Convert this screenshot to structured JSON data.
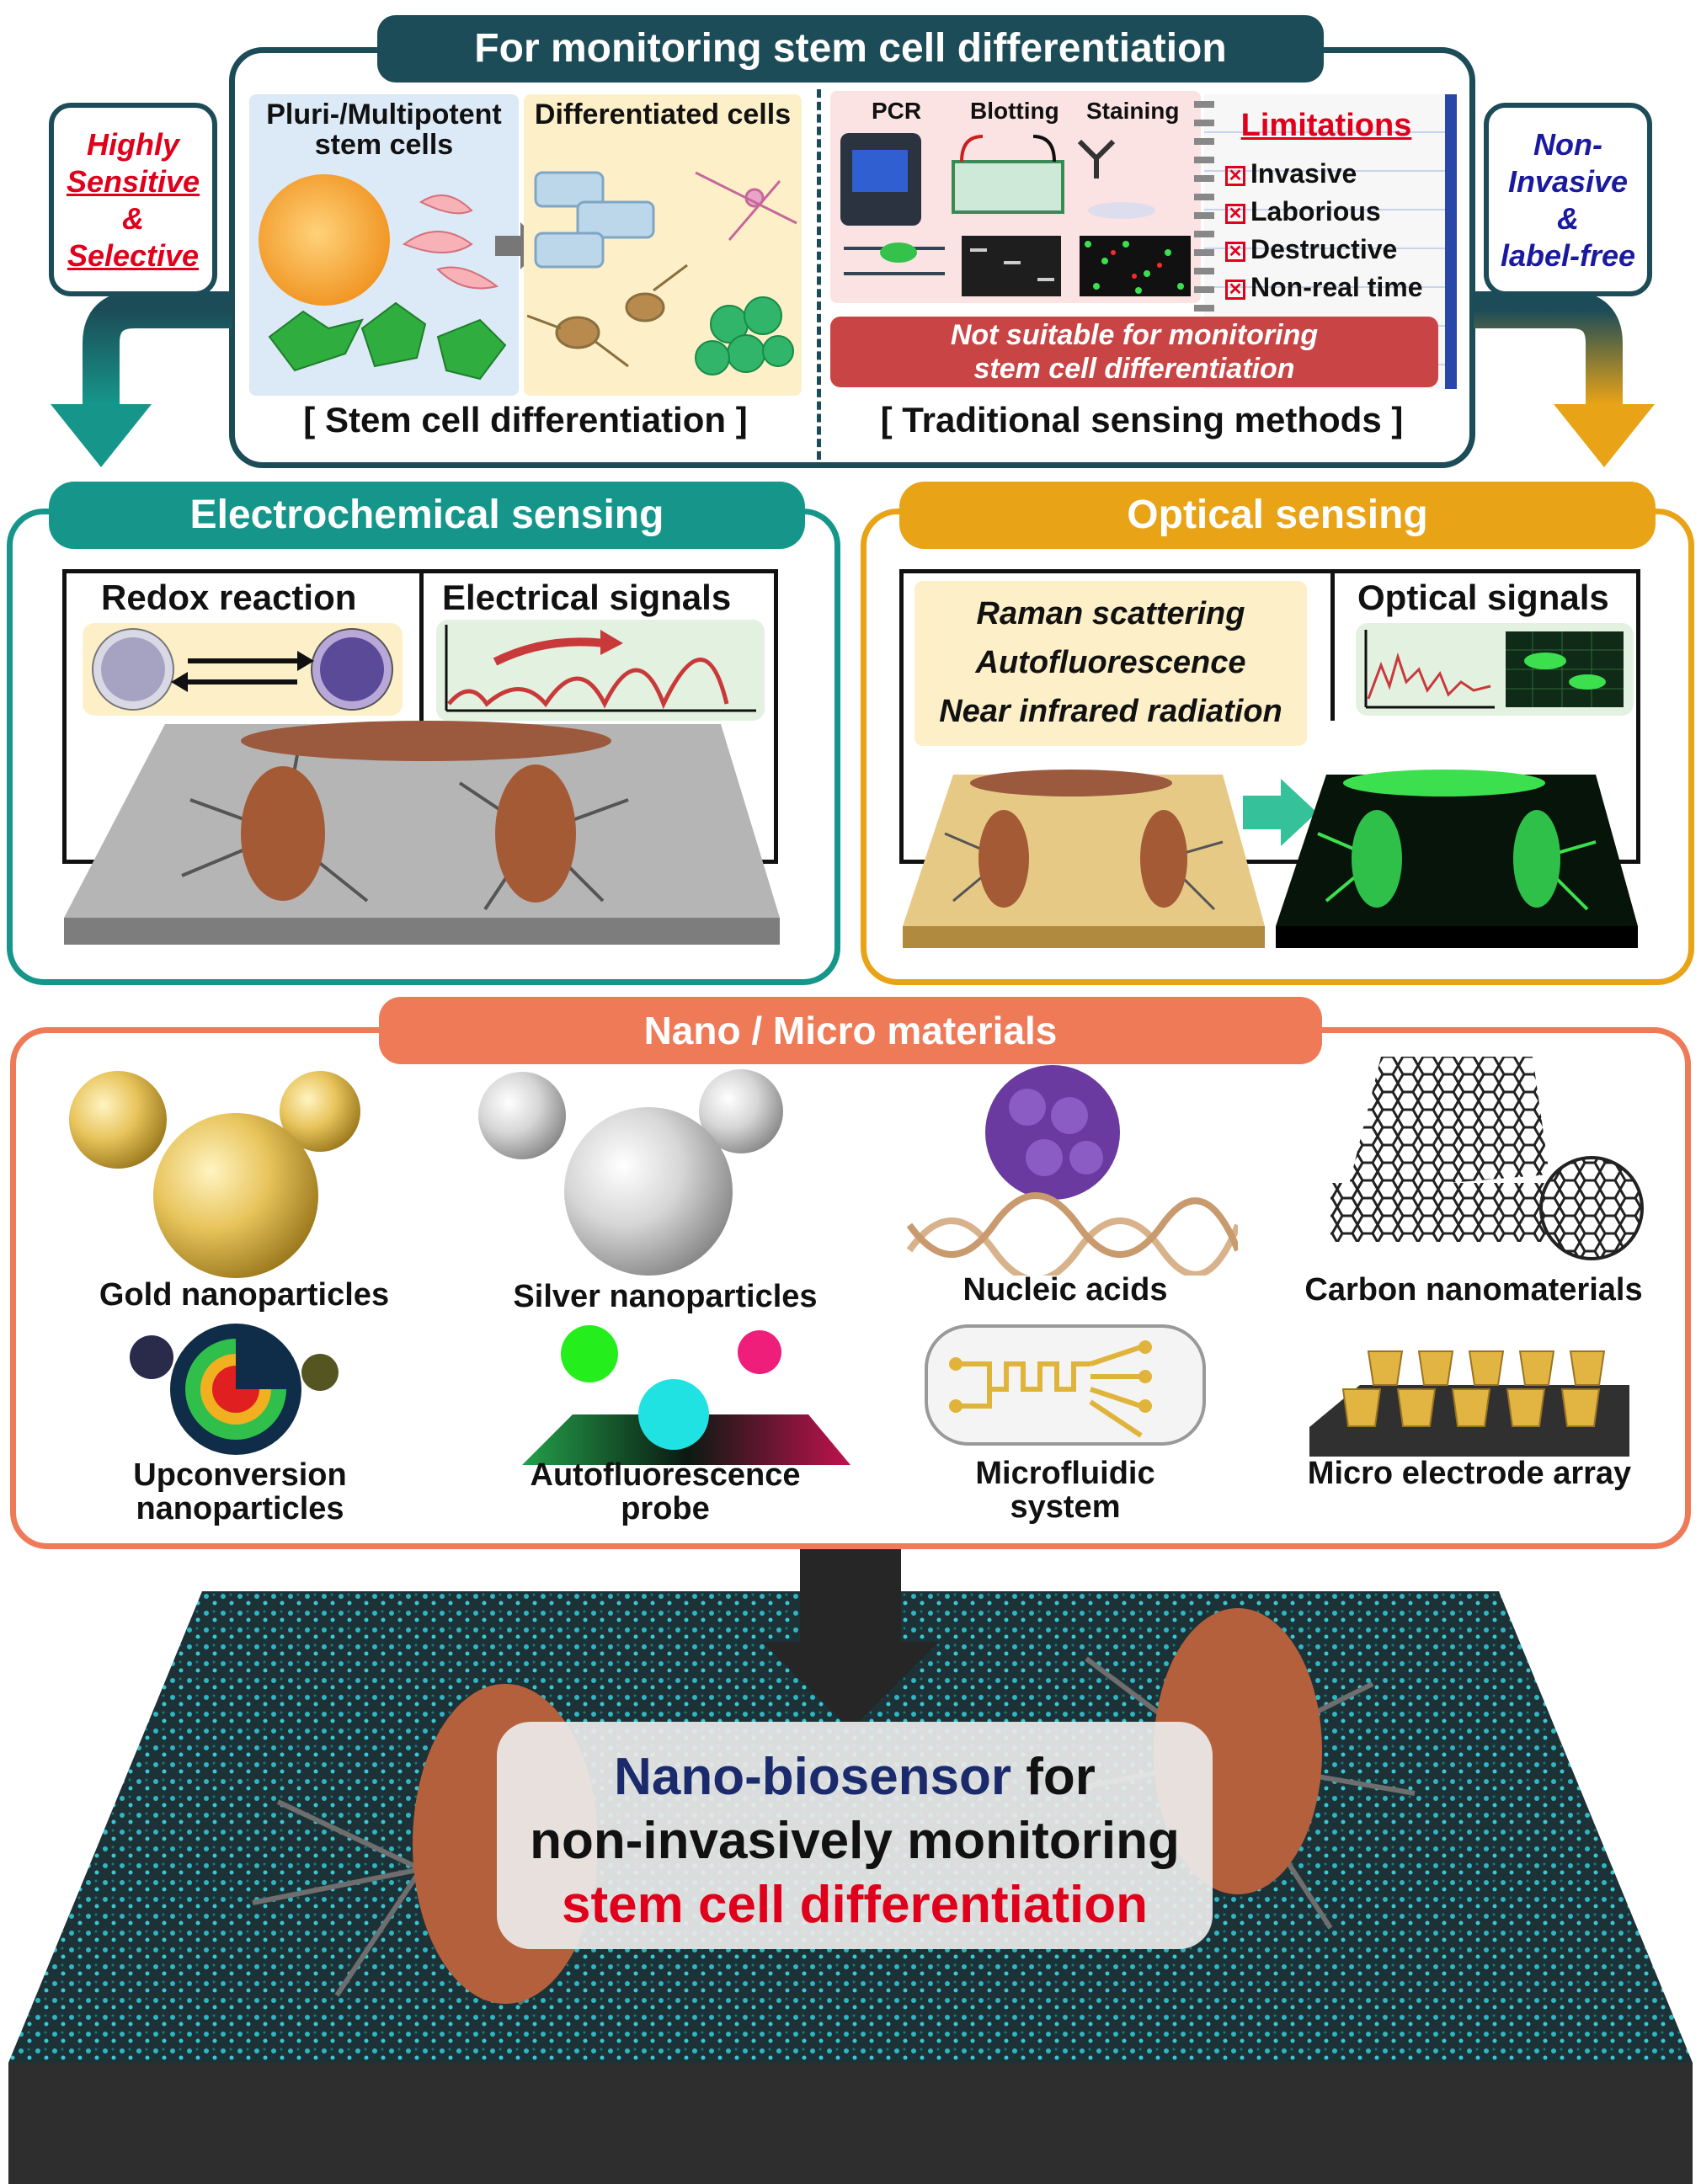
{
  "top": {
    "title": "For monitoring stem cell differentiation",
    "left_side": {
      "line1": "Highly",
      "line2": "Sensitive",
      "line3": "&",
      "line4": "Selective"
    },
    "right_side": {
      "line1": "Non-",
      "line2": "Invasive",
      "line3": "&",
      "line4": "label-free"
    },
    "stem_cells_label": "Pluri-/Multipotent stem cells",
    "differentiated_label": "Differentiated cells",
    "left_caption": "[ Stem cell differentiation ]",
    "methods": [
      "PCR",
      "Blotting",
      "Staining"
    ],
    "limitations_title": "Limitations",
    "limitations": [
      "Invasive",
      "Laborious",
      "Destructive",
      "Non-real time"
    ],
    "not_suitable": "Not suitable for monitoring stem cell differentiation",
    "right_caption": "[ Traditional sensing methods ]",
    "colors": {
      "frame": "#1c4c57",
      "red": "#e0001b",
      "blue": "#1a1aa0"
    }
  },
  "electro": {
    "title": "Electrochemical sensing",
    "redox": "Redox reaction",
    "signals": "Electrical signals",
    "color": "#16968a"
  },
  "optical": {
    "title": "Optical sensing",
    "methods": [
      "Raman scattering",
      "Autofluorescence",
      "Near infrared radiation"
    ],
    "signals": "Optical signals",
    "color": "#e8a317"
  },
  "nano": {
    "title": "Nano / Micro materials",
    "color": "#ef7a58",
    "items": [
      {
        "label": "Gold nanoparticles",
        "icon": "gold-spheres-icon"
      },
      {
        "label": "Silver nanoparticles",
        "icon": "silver-spheres-icon"
      },
      {
        "label": "Nucleic acids",
        "icon": "dna-protein-icon"
      },
      {
        "label": "Carbon nanomaterials",
        "icon": "graphene-nanotube-icon"
      },
      {
        "label": "Upconversion nanoparticles",
        "icon": "core-shell-icon"
      },
      {
        "label": "Autofluorescence probe",
        "icon": "fluorescence-probe-icon"
      },
      {
        "label": "Microfluidic system",
        "icon": "microfluidic-chip-icon"
      },
      {
        "label": "Micro electrode array",
        "icon": "electrode-array-icon"
      }
    ]
  },
  "final": {
    "part1": "Nano-biosensor",
    "part2": " for",
    "line2": "non-invasively monitoring",
    "line3": "stem cell differentiation"
  }
}
